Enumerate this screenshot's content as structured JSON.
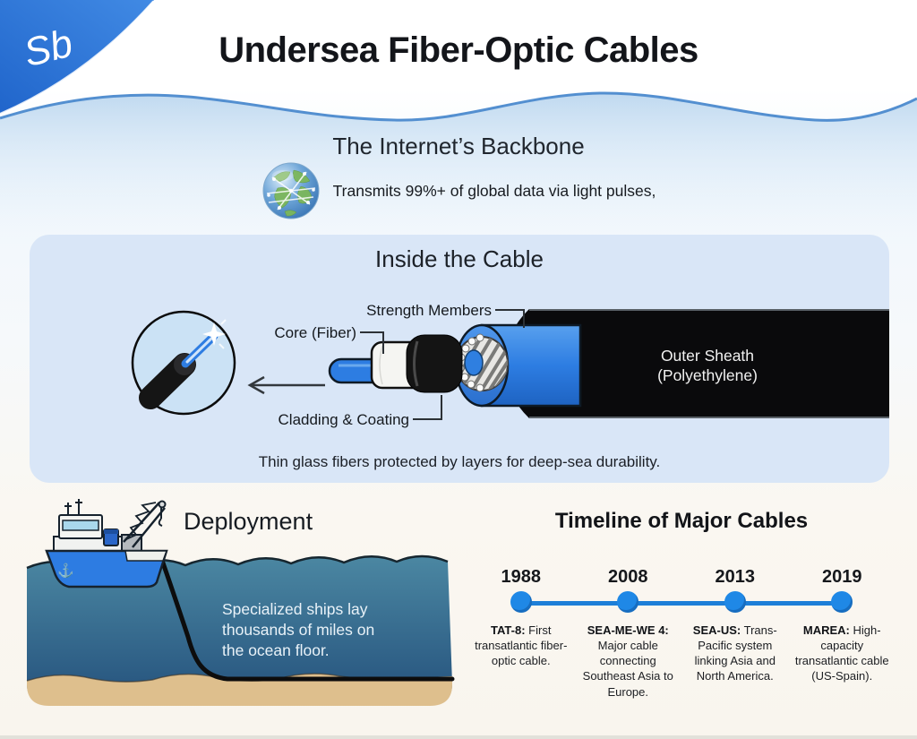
{
  "brand": {
    "logo_text": "Sb"
  },
  "header": {
    "title": "Undersea Fiber-Optic Cables"
  },
  "backbone": {
    "heading": "The Internet’s Backbone",
    "fact": "Transmits 99%+ of global data via light pulses,"
  },
  "inside_cable": {
    "heading": "Inside the Cable",
    "labels": {
      "strength": "Strength Members",
      "core": "Core (Fiber)",
      "cladding": "Cladding & Coating",
      "sheath_line1": "Outer Sheath",
      "sheath_line2": "(Polyethylene)"
    },
    "caption": "Thin glass fibers protected by layers for deep-sea durability."
  },
  "deployment": {
    "heading": "Deployment",
    "note": "Specialized ships lay thousands of miles on the ocean floor."
  },
  "timeline": {
    "heading": "Timeline of Major Cables",
    "events": [
      {
        "year": "1988",
        "name": "TAT-8:",
        "text": "First transatlantic fiber-optic cable."
      },
      {
        "year": "2008",
        "name": "SEA-ME-WE 4:",
        "text": "Major cable connecting Southeast Asia to Europe."
      },
      {
        "year": "2013",
        "name": "SEA-US:",
        "text": "Trans-Pacific system linking Asia and North America."
      },
      {
        "year": "2019",
        "name": "MAREA:",
        "text": "High-capacity transatlantic cable (US-Spain)."
      }
    ]
  },
  "colors": {
    "accent_blue": "#2c7de0",
    "timeline_blue": "#1f88e6",
    "panel_blue": "#d9e6f7",
    "water_top": "#4b87a2",
    "water_bottom": "#24517c",
    "sand": "#debf8d"
  }
}
